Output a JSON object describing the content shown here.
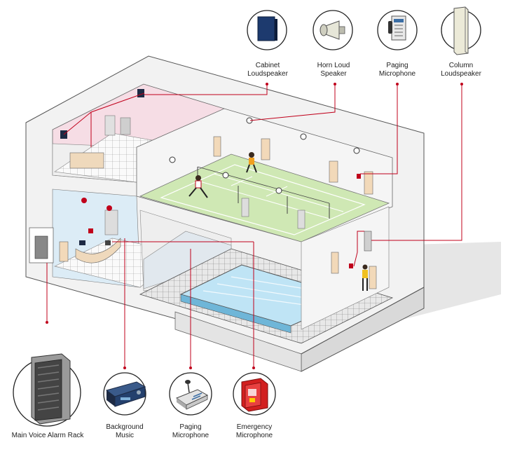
{
  "top_devices": [
    {
      "id": "cabinet",
      "line1": "Cabinet",
      "line2": "Loudspeaker"
    },
    {
      "id": "horn",
      "line1": "Horn Loud",
      "line2": "Speaker"
    },
    {
      "id": "paging_top",
      "line1": "Paging",
      "line2": "Microphone"
    },
    {
      "id": "column",
      "line1": "Column",
      "line2": "Loudspeaker"
    }
  ],
  "bottom_devices": [
    {
      "id": "rack",
      "line1": "Main Voice Alarm Rack",
      "line2": ""
    },
    {
      "id": "bgm",
      "line1": "Background",
      "line2": "Music"
    },
    {
      "id": "paging_bottom",
      "line1": "Paging",
      "line2": "Microphone"
    },
    {
      "id": "emergency",
      "line1": "Emergency",
      "line2": "Microphone"
    }
  ],
  "colors": {
    "wire": "#c0001b",
    "court": "#cfe8b4",
    "pool": "#bfe4f5",
    "pinkroom": "#f6dde5",
    "blueroom": "#dcecf6",
    "wall": "#f4f4f4",
    "floorgrid": "#d8d8d8"
  }
}
